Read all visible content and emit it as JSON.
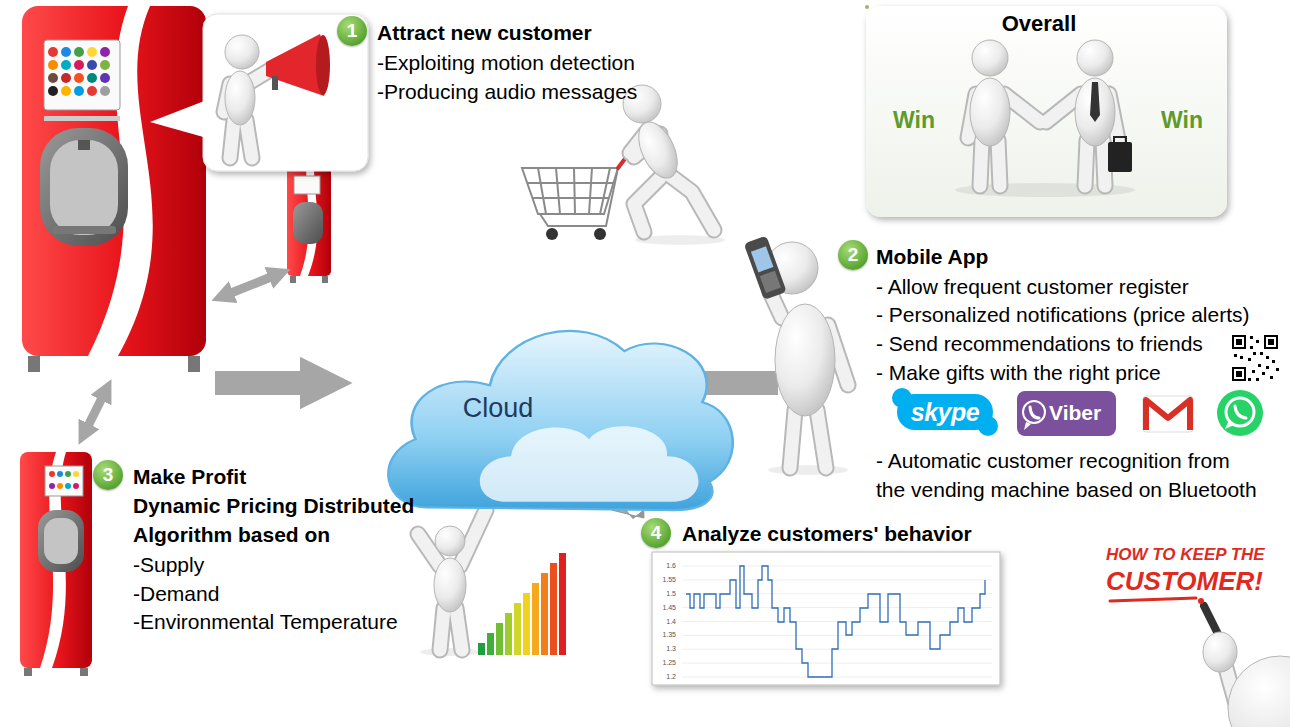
{
  "diagram": {
    "nodes": [
      {
        "text": [
          "1",
          "Attract new customer",
          "-Exploiting motion detection",
          "-Producing audio messages"
        ]
      },
      {
        "text": [
          "Overall",
          "Win",
          "Win"
        ]
      },
      {
        "text": [
          "2",
          "Mobile App",
          "- Allow frequent customer register",
          "- Personalized notifications (price alerts)",
          "- Send recommendations to friends",
          "- Make gifts with the right price",
          "- Automatic customer recognition from the vending machine based on Bluetooth"
        ]
      },
      {
        "text": [
          "Cloud"
        ]
      },
      {
        "text": [
          "3",
          "Make Profit",
          "Dynamic Pricing Distributed Algorithm based on",
          "-Supply",
          "-Demand",
          "-Environmental Temperature"
        ]
      },
      {
        "text": [
          "4",
          "Analyze customers' behavior"
        ]
      }
    ],
    "edges": [
      {
        "from": 3,
        "to": 5,
        "arrow": "to"
      }
    ],
    "labels": [
      "skype",
      "Viber",
      "1.6",
      "1.55",
      "1.5",
      "1.45",
      "1.4",
      "1.35",
      "1.3",
      "1.25",
      "1.2",
      "HOW TO KEEP THE",
      "CUSTOMER!"
    ]
  }
}
